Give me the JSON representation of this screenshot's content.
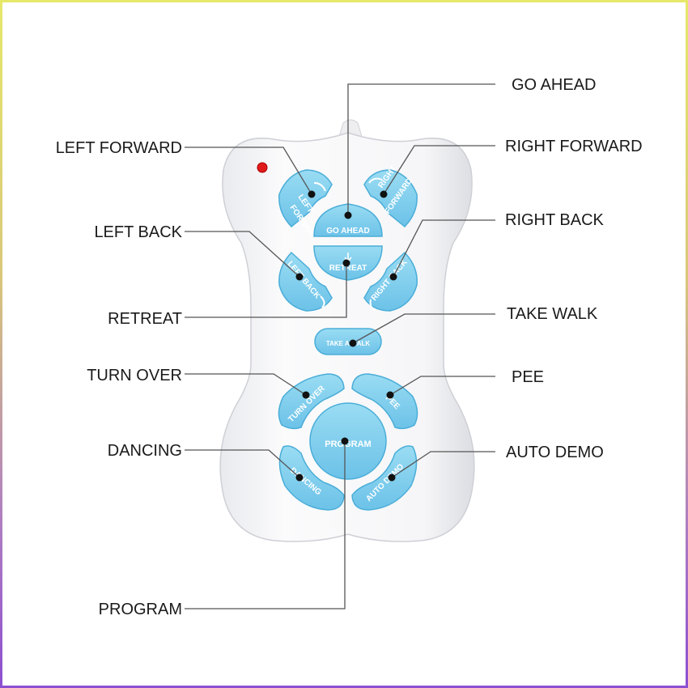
{
  "labels": {
    "go_ahead": "GO AHEAD",
    "left_forward": "LEFT FORWARD",
    "right_forward": "RIGHT FORWARD",
    "left_back": "LEFT BACK",
    "right_back": "RIGHT BACK",
    "retreat": "RETREAT",
    "take_walk": "TAKE WALK",
    "turn_over": "TURN OVER",
    "pee": "PEE",
    "dancing": "DANCING",
    "auto_demo": "AUTO DEMO",
    "program": "PROGRAM"
  },
  "buttons": {
    "left_forward_l1": "LEFT",
    "left_forward_l2": "FORWARD",
    "right_forward_l1": "RIGHT",
    "right_forward_l2": "FORWARD",
    "go_ahead": "GO AHEAD",
    "retreat": "RETREAT",
    "left_back": "LEFT BACK",
    "right_back": "RIGHT BACK",
    "take_walk": "TAKE A WALK",
    "turn_over": "TURN OVER",
    "pee": "PEE",
    "program": "PROGRAM",
    "dancing": "DANCING",
    "auto_demo": "AUTO DEMO"
  },
  "colors": {
    "button_blue": "#7fd0ef",
    "button_edge": "#4aaed8",
    "remote_body": "#f7f7f9",
    "led": "#e01a1a"
  }
}
